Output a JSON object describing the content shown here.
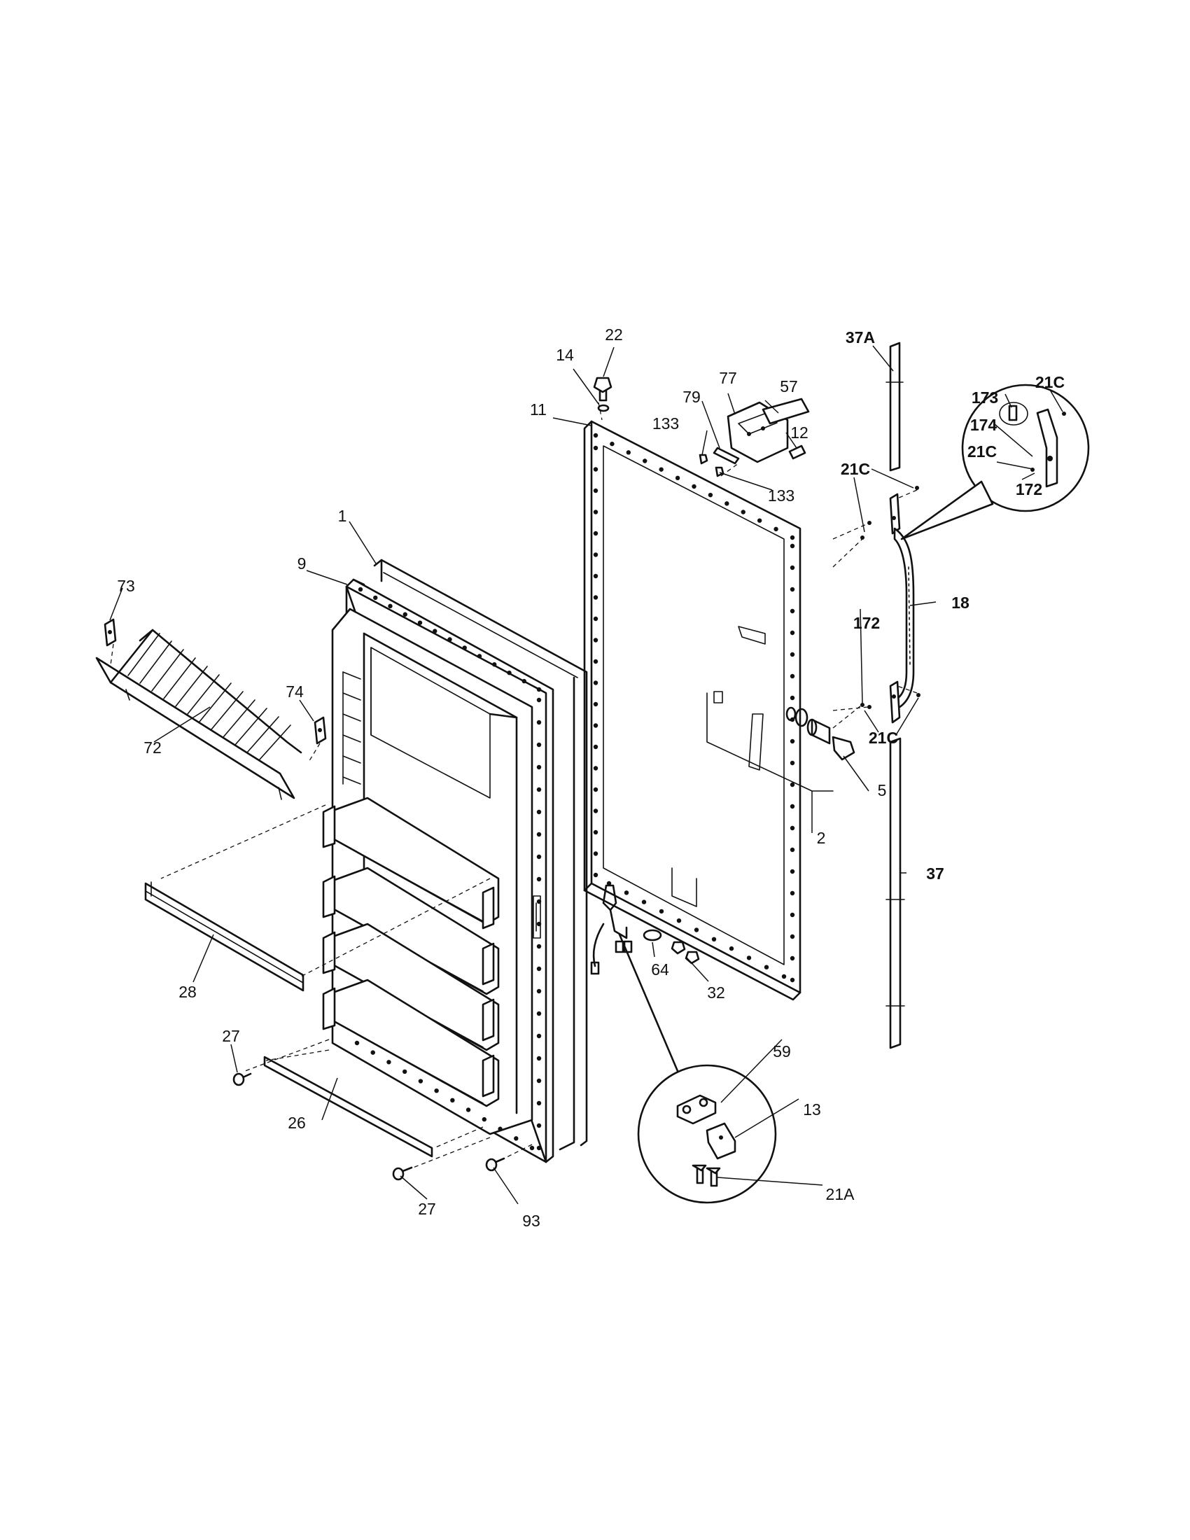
{
  "callouts": [
    {
      "id": "c1",
      "text": "1",
      "bold": false
    },
    {
      "id": "c2",
      "text": "2",
      "bold": false
    },
    {
      "id": "c5",
      "text": "5",
      "bold": false
    },
    {
      "id": "c9",
      "text": "9",
      "bold": false
    },
    {
      "id": "c11",
      "text": "11",
      "bold": false
    },
    {
      "id": "c12",
      "text": "12",
      "bold": false
    },
    {
      "id": "c13",
      "text": "13",
      "bold": false
    },
    {
      "id": "c14",
      "text": "14",
      "bold": false
    },
    {
      "id": "c18",
      "text": "18",
      "bold": true
    },
    {
      "id": "c21a",
      "text": "21A",
      "bold": false
    },
    {
      "id": "c21c_top",
      "text": "21C",
      "bold": true
    },
    {
      "id": "c21c_bottom",
      "text": "21C",
      "bold": true
    },
    {
      "id": "c21c_inset_a",
      "text": "21C",
      "bold": true
    },
    {
      "id": "c21c_inset_b",
      "text": "21C",
      "bold": true
    },
    {
      "id": "c22",
      "text": "22",
      "bold": false
    },
    {
      "id": "c26",
      "text": "26",
      "bold": false
    },
    {
      "id": "c27_top",
      "text": "27",
      "bold": false
    },
    {
      "id": "c27_bottom",
      "text": "27",
      "bold": false
    },
    {
      "id": "c28",
      "text": "28",
      "bold": false
    },
    {
      "id": "c32",
      "text": "32",
      "bold": false
    },
    {
      "id": "c37",
      "text": "37",
      "bold": true
    },
    {
      "id": "c37a",
      "text": "37A",
      "bold": true
    },
    {
      "id": "c57",
      "text": "57",
      "bold": false
    },
    {
      "id": "c59",
      "text": "59",
      "bold": false
    },
    {
      "id": "c64",
      "text": "64",
      "bold": false
    },
    {
      "id": "c72",
      "text": "72",
      "bold": false
    },
    {
      "id": "c73",
      "text": "73",
      "bold": false
    },
    {
      "id": "c74",
      "text": "74",
      "bold": false
    },
    {
      "id": "c77",
      "text": "77",
      "bold": false
    },
    {
      "id": "c79",
      "text": "79",
      "bold": false
    },
    {
      "id": "c93",
      "text": "93",
      "bold": false
    },
    {
      "id": "c133_top",
      "text": "133",
      "bold": false
    },
    {
      "id": "c133_bottom",
      "text": "133",
      "bold": false
    },
    {
      "id": "c172_main",
      "text": "172",
      "bold": true
    },
    {
      "id": "c172_inset",
      "text": "172",
      "bold": true
    },
    {
      "id": "c173",
      "text": "173",
      "bold": true
    },
    {
      "id": "c174",
      "text": "174",
      "bold": true
    }
  ]
}
